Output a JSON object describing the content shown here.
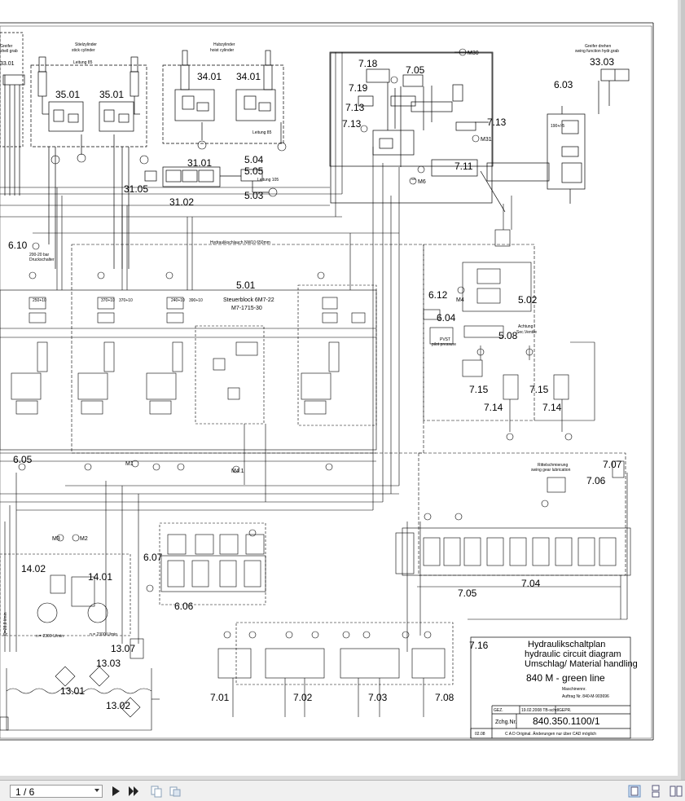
{
  "viewer": {
    "page_indicator": "1 / 6",
    "icons": [
      "play-icon",
      "fast-forward-icon",
      "copy-page-icon",
      "paste-page-icon",
      "single-page-view-icon",
      "continuous-view-icon",
      "two-page-view-icon"
    ]
  },
  "diagram": {
    "top": {
      "greifer_grab": "Greifer\nshell grab",
      "stielzylinder": "Stielzylinder",
      "stick_cylinder": "stick cylinder",
      "hubzylinder": "Hubzylinder",
      "hoist_cylinder": "hoist cylinder",
      "greifer_drehen": "Greifer drehen",
      "swing_grab": "swing function hydr.grab",
      "leitung85_left": "Leitung 85",
      "leitung85_mid": "Leitung 85",
      "leitung105": "Leitung 105"
    },
    "labels": {
      "l3301a": "33.01",
      "l3501a": "35.01",
      "l3501b": "35.01",
      "l3401a": "34.01",
      "l3401b": "34.01",
      "l3101": "31.01",
      "l3105": "31.05",
      "l3102": "31.02",
      "l504": "5.04",
      "l505": "5.05",
      "l503": "5.03",
      "l718": "7.18",
      "l705": "7.05",
      "l719": "7.19",
      "l713a": "7.13",
      "l713b": "7.13",
      "l713c": "7.13",
      "l711": "7.11",
      "m30": "M30",
      "m31": "M31",
      "m6": "M6",
      "l3303": "33.03",
      "l603": "6.03",
      "l610": "6.10",
      "l501": "5.01",
      "steuerblock": "Steuerblock 6M7-22",
      "steuerblock2": "M7-1715-30",
      "hydraulikschlauch": "Hydraulikschlauch NW10 650mm",
      "l612": "6.12",
      "l604": "6.04",
      "m4": "M4",
      "l502": "5.02",
      "l508": "5.08",
      "achtung": "Achtung !",
      "secventile": "Sec.Ventile",
      "l715a": "7.15",
      "l715b": "7.15",
      "l714a": "7.14",
      "l714b": "7.14",
      "l605": "6.05",
      "m1": "M1",
      "m41": "M4.1",
      "l707": "7.07",
      "l706": "7.06",
      "m3": "M3",
      "m2": "M2",
      "l607": "6.07",
      "l606": "6.06",
      "l1402": "14.02",
      "l1401": "14.01",
      "l1307": "13.07",
      "l1303": "13.03",
      "l1301": "13.01",
      "l1302": "13.02",
      "l704": "7.04",
      "l716": "7.16",
      "l701": "7.01",
      "l702": "7.02",
      "l703": "7.03",
      "l708": "7.08",
      "n2300a": "n = 2300 U/min",
      "n2300b": "n = 2300 U/min",
      "flow": "Q=28,8 l/min",
      "bar190": "190+/-5",
      "bar250": "250+10",
      "bar370a": "370+10",
      "bar370b": "370+10",
      "bar240": "240+10",
      "bar390": "390+10",
      "bar200": "200-20 bar",
      "druckschalter": "Druckschalter",
      "pvst": "PVST",
      "pilot": "pilot pressure",
      "sw_lubrication": "Rittelschmierung",
      "sw_lub2": "swing gear lubrication"
    },
    "titleblock": {
      "title_de": "Hydraulikschaltplan",
      "title_en": "hydraulic circuit diagram",
      "subtitle": "Umschlag/ Material handling",
      "model": "840 M - green line",
      "maschinennr_label": "Maschinennr.",
      "auftrag": "Auftrag Nr. 840-M-903696",
      "gez_label": "GEZ.",
      "gez_value": "19.02.2008  TB-schdl",
      "gepr_label": "GEPR.",
      "zchg_label": "Zchg.Nr.",
      "drawing_no": "840.350.1100/1",
      "rev": "02.08",
      "cad_note": "C A D Original. Änderungen nur über CAD möglich"
    }
  }
}
